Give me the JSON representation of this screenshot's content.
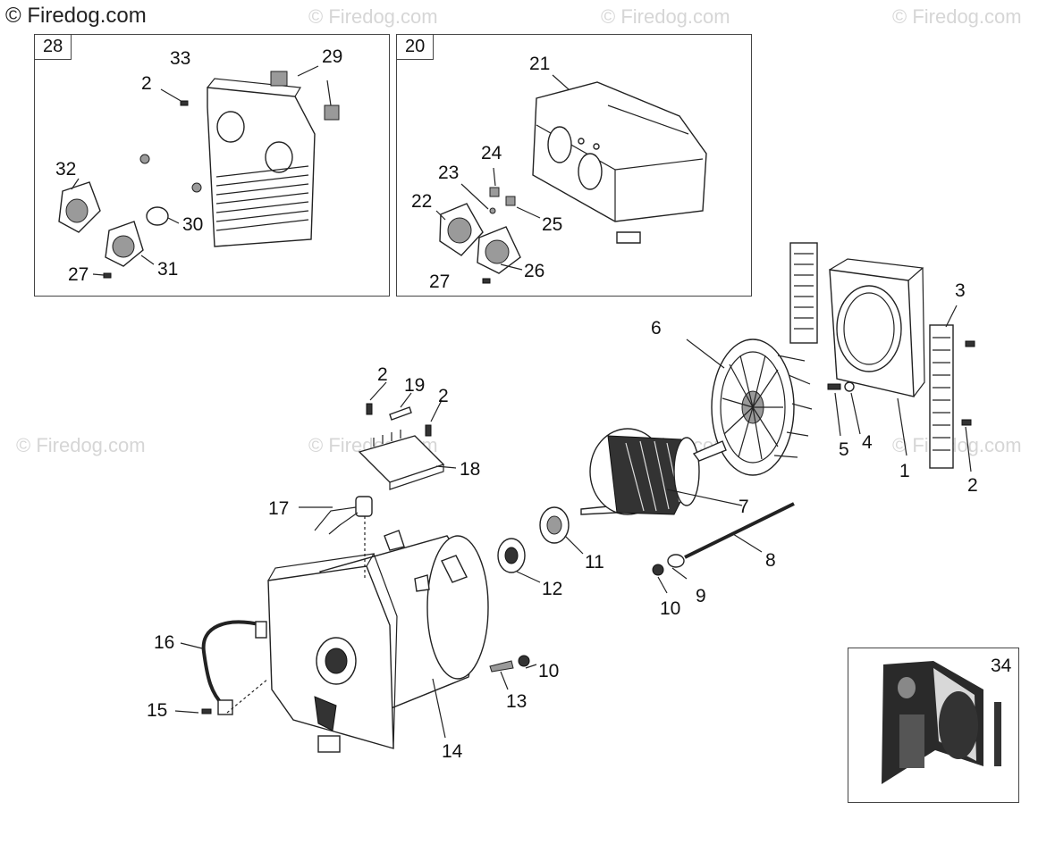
{
  "site": {
    "brand": "© Firedog.com",
    "watermark": "© Firedog.com"
  },
  "insets": [
    {
      "id": "28"
    },
    {
      "id": "20"
    }
  ],
  "callouts": {
    "c1": "1",
    "c2a": "2",
    "c2b": "2",
    "c2c": "2",
    "c2d": "2",
    "c3": "3",
    "c4": "4",
    "c5": "5",
    "c6": "6",
    "c7": "7",
    "c8": "8",
    "c9": "9",
    "c10a": "10",
    "c10b": "10",
    "c11": "11",
    "c12": "12",
    "c13": "13",
    "c14": "14",
    "c15": "15",
    "c16": "16",
    "c17": "17",
    "c18": "18",
    "c19": "19",
    "c21": "21",
    "c22": "22",
    "c23": "23",
    "c24": "24",
    "c25": "25",
    "c26": "26",
    "c27a": "27",
    "c27b": "27",
    "c29": "29",
    "c30": "30",
    "c31": "31",
    "c32": "32",
    "c33": "33",
    "c34": "34"
  }
}
